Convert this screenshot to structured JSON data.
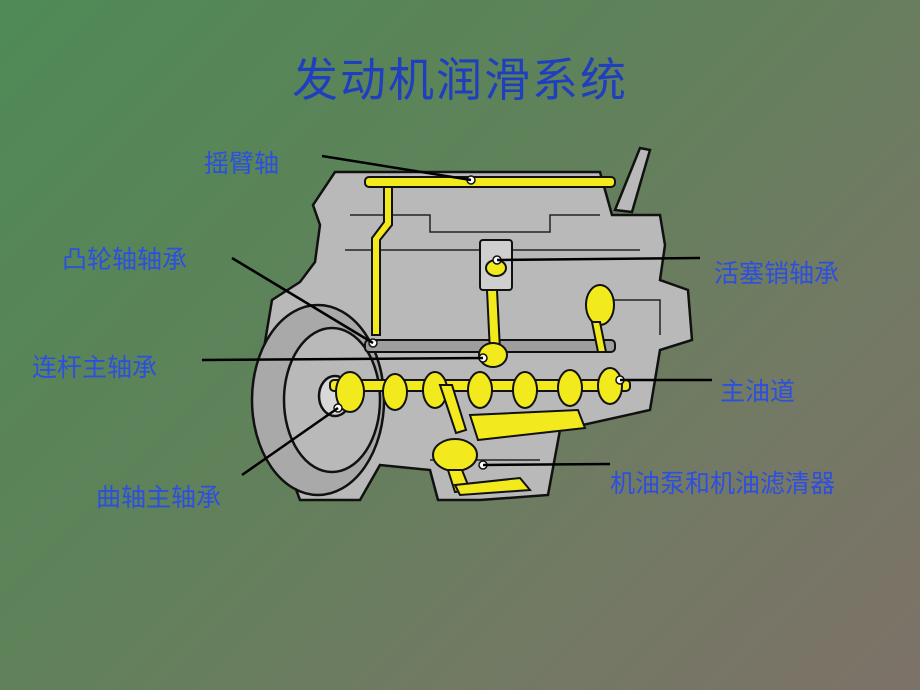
{
  "title": "发动机润滑系统",
  "labels": {
    "rocker_shaft": "摇臂轴",
    "camshaft_bearing": "凸轮轴轴承",
    "conrod_main_bearing": "连杆主轴承",
    "crankshaft_main_bearing": "曲轴主轴承",
    "piston_pin_bearing": "活塞销轴承",
    "main_oil_gallery": "主油道",
    "oil_pump_filter": "机油泵和机油滤清器"
  },
  "colors": {
    "title": "#1f3fbf",
    "label": "#2d4fe0",
    "oil": "#f2ea1c",
    "engine_body": "#b8b8b8"
  }
}
